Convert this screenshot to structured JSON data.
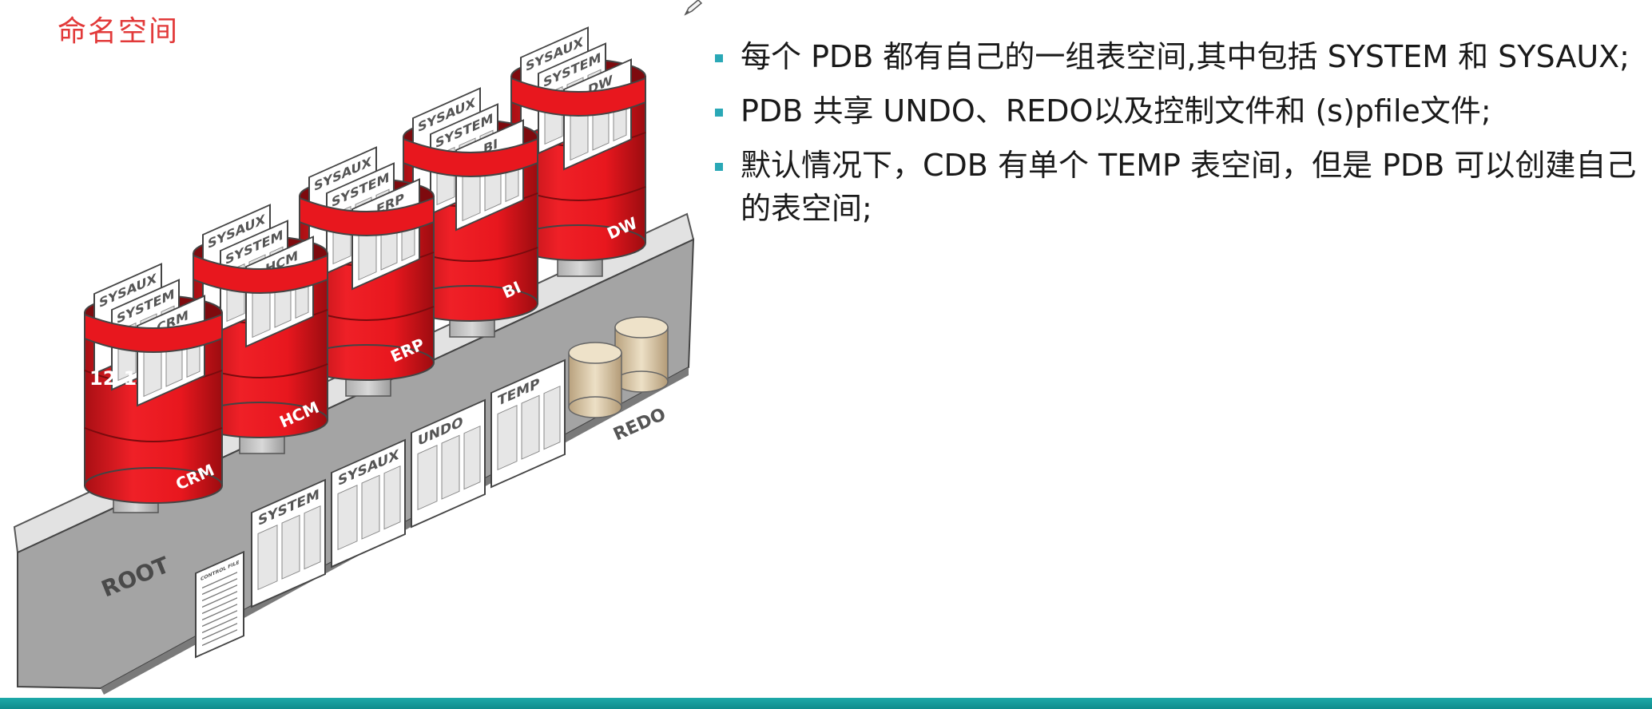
{
  "slide": {
    "title": "命名空间"
  },
  "bullets": [
    "每个 PDB 都有自己的一组表空间,其中包括 SYSTEM 和 SYSAUX;",
    "PDB 共享 UNDO、REDO以及控制文件和 (s)pfile文件;",
    "默认情况下，CDB 有单个 TEMP 表空间，但是 PDB 可以创建自己的表空间;"
  ],
  "diagram": {
    "root_label": "ROOT",
    "version_label": "12.1",
    "pdbs": [
      {
        "name": "CRM",
        "files": [
          "SYSAUX",
          "SYSTEM",
          "CRM"
        ]
      },
      {
        "name": "HCM",
        "files": [
          "SYSAUX",
          "SYSTEM",
          "HCM"
        ]
      },
      {
        "name": "ERP",
        "files": [
          "SYSAUX",
          "SYSTEM",
          "ERP"
        ]
      },
      {
        "name": "BI",
        "files": [
          "SYSAUX",
          "SYSTEM",
          "BI"
        ]
      },
      {
        "name": "DW",
        "files": [
          "SYSAUX",
          "SYSTEM",
          "DW"
        ]
      }
    ],
    "root_files": [
      "SYSTEM",
      "SYSAUX",
      "UNDO",
      "TEMP"
    ],
    "redo_label": "REDO",
    "control_file_label": "CONTROL FILE"
  },
  "colors": {
    "title": "#e23a3a",
    "pdb_red": "#e8171e",
    "bullet": "#2aa8b6",
    "footer": "#1ea9a9"
  }
}
